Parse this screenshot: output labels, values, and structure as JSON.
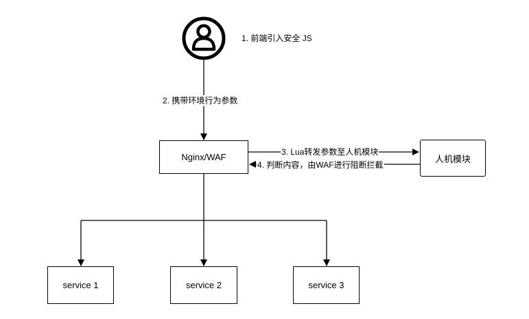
{
  "diagram": {
    "steps": {
      "step1": "1. 前端引入安全 JS",
      "step2": "2. 携带环境行为参数",
      "step3": "3. Lua转发参数至人机模块",
      "step4": "4. 判断内容，由WAF进行阻断拦截"
    },
    "nodes": {
      "user": "user-icon",
      "nginx": "Nginx/WAF",
      "human_module": "人机模块",
      "service1": "service 1",
      "service2": "service 2",
      "service3": "service 3"
    },
    "colors": {
      "stroke": "#000000",
      "background": "#ffffff"
    }
  }
}
